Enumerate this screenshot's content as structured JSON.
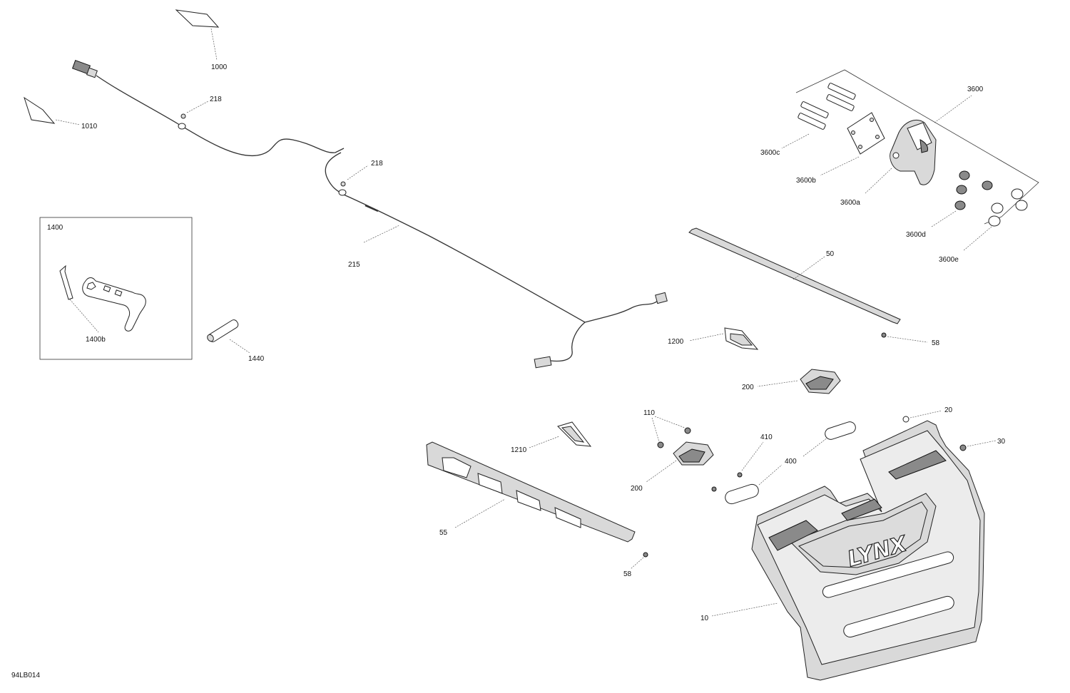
{
  "diagram": {
    "drawing_number": "94LB014",
    "brand_mark": "LYNX",
    "callouts": {
      "c1000": "1000",
      "c1010": "1010",
      "c218a": "218",
      "c218b": "218",
      "c215": "215",
      "c1400": "1400",
      "c1400b": "1400b",
      "c1440": "1440",
      "c3600": "3600",
      "c3600a": "3600a",
      "c3600b": "3600b",
      "c3600c": "3600c",
      "c3600d": "3600d",
      "c3600e": "3600e",
      "c50": "50",
      "c58a": "58",
      "c58b": "58",
      "c1200": "1200",
      "c200a": "200",
      "c200b": "200",
      "c110": "110",
      "c20": "20",
      "c30": "30",
      "c410": "410",
      "c400": "400",
      "c1210": "1210",
      "c55": "55",
      "c10": "10"
    }
  }
}
